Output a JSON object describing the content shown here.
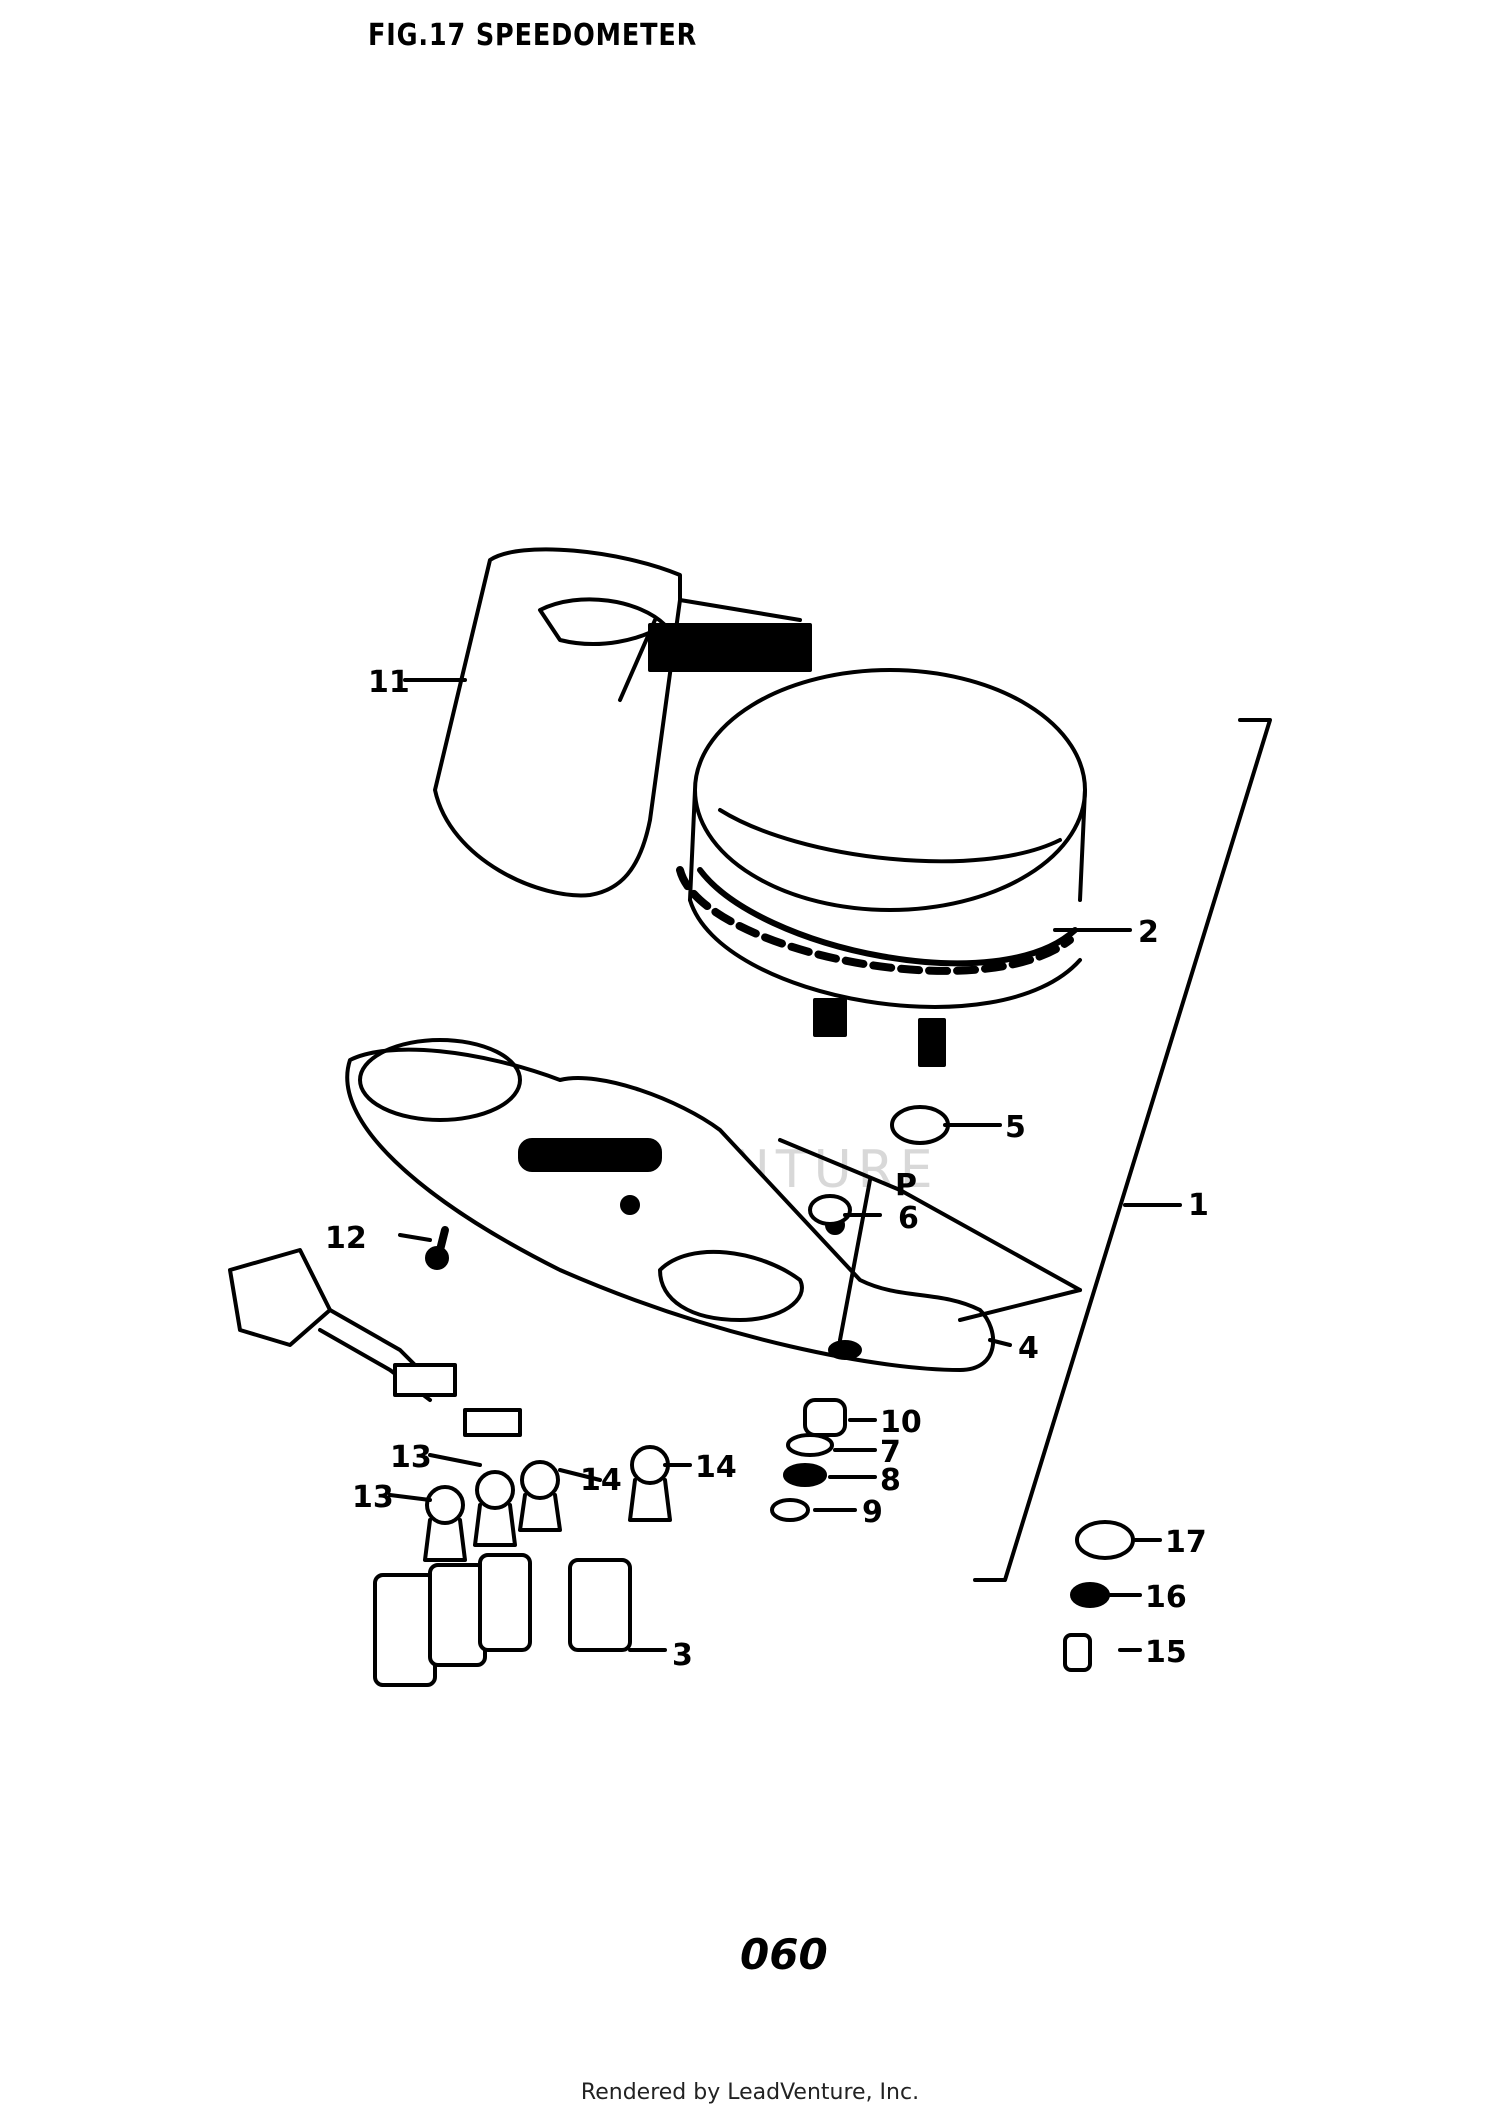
{
  "header": {
    "title": "FIG.17  SPEEDOMETER"
  },
  "diagram": {
    "callouts": [
      "1",
      "2",
      "3",
      "4",
      "5",
      "6",
      "7",
      "8",
      "9",
      "10",
      "11",
      "12",
      "13",
      "13",
      "14",
      "14",
      "15",
      "16",
      "17"
    ],
    "p_marker": "P"
  },
  "watermark": {
    "text": "LEADVENTURE"
  },
  "page_number": "060",
  "footer": {
    "text": "Rendered by LeadVenture, Inc."
  }
}
